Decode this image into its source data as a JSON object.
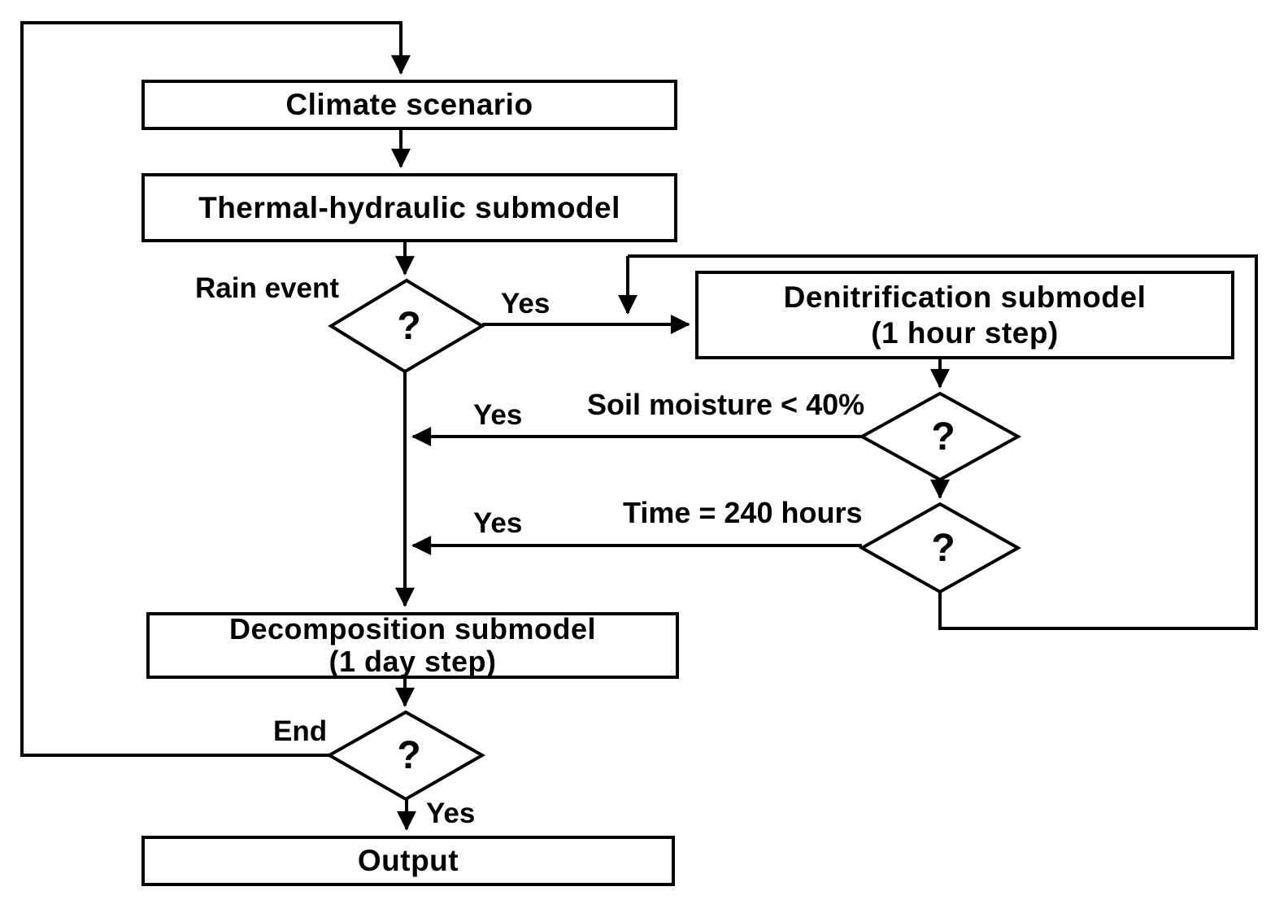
{
  "boxes": {
    "climate": "Climate scenario",
    "thermal": "Thermal-hydraulic submodel",
    "denitrification_line1": "Denitrification submodel",
    "denitrification_line2": "(1 hour step)",
    "decomposition_line1": "Decomposition submodel",
    "decomposition_line2": "(1 day step)",
    "output": "Output"
  },
  "decisions": {
    "rain": {
      "label": "Rain event",
      "mark": "?"
    },
    "soil": {
      "condition": "Soil moisture < 40%",
      "mark": "?"
    },
    "time": {
      "condition": "Time = 240 hours",
      "mark": "?"
    },
    "end": {
      "label": "End",
      "mark": "?"
    }
  },
  "edges": {
    "rain_yes": "Yes",
    "soil_yes": "Yes",
    "time_yes": "Yes",
    "end_yes": "Yes"
  },
  "colors": {
    "line": "#000000",
    "background": "#ffffff"
  }
}
